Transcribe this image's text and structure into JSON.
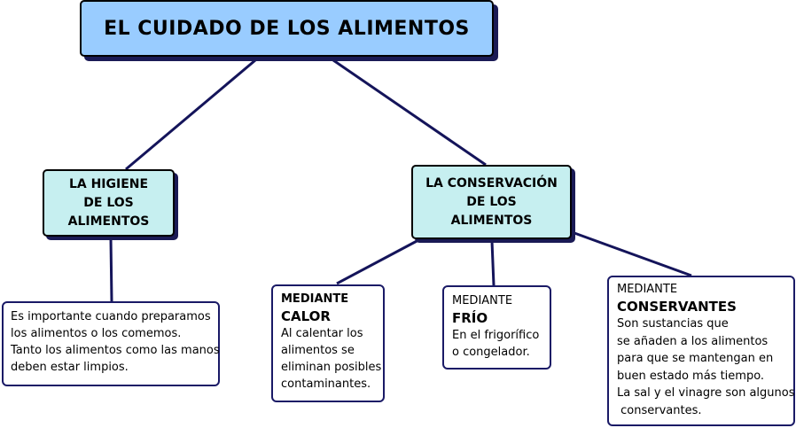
{
  "title": "EL CUIDADO DE LOS ALIMENTOS",
  "branch_left": {
    "lines": [
      "LA HIGIENE",
      "DE LOS",
      "ALIMENTOS"
    ],
    "detail_lines": [
      "Es importante cuando preparamos",
      "los alimentos o los comemos.",
      "Tanto los alimentos como las manos",
      "deben estar limpios."
    ]
  },
  "branch_right": {
    "lines": [
      "LA CONSERVACIÓN",
      "DE LOS",
      "ALIMENTOS"
    ],
    "methods": [
      {
        "label": "MEDIANTE",
        "keyword": "CALOR",
        "detail_lines": [
          "Al calentar los",
          "alimentos se",
          "eliminan posibles",
          "contaminantes."
        ]
      },
      {
        "label": "MEDIANTE",
        "keyword": "FRÍO",
        "detail_lines": [
          "En el frigorífico",
          "o congelador."
        ]
      },
      {
        "label": "MEDIANTE",
        "keyword": "CONSERVANTES",
        "detail_lines": [
          "Son sustancias que",
          "se añaden a los alimentos",
          "para que se mantengan en",
          "buen estado más tiempo.",
          "La sal y el vinagre son algunos",
          " conservantes."
        ]
      }
    ]
  },
  "colors": {
    "title_fill": "#99ccff",
    "category_fill": "#c6eff0",
    "connector": "#14145a",
    "info_border": "#1a1a66"
  }
}
